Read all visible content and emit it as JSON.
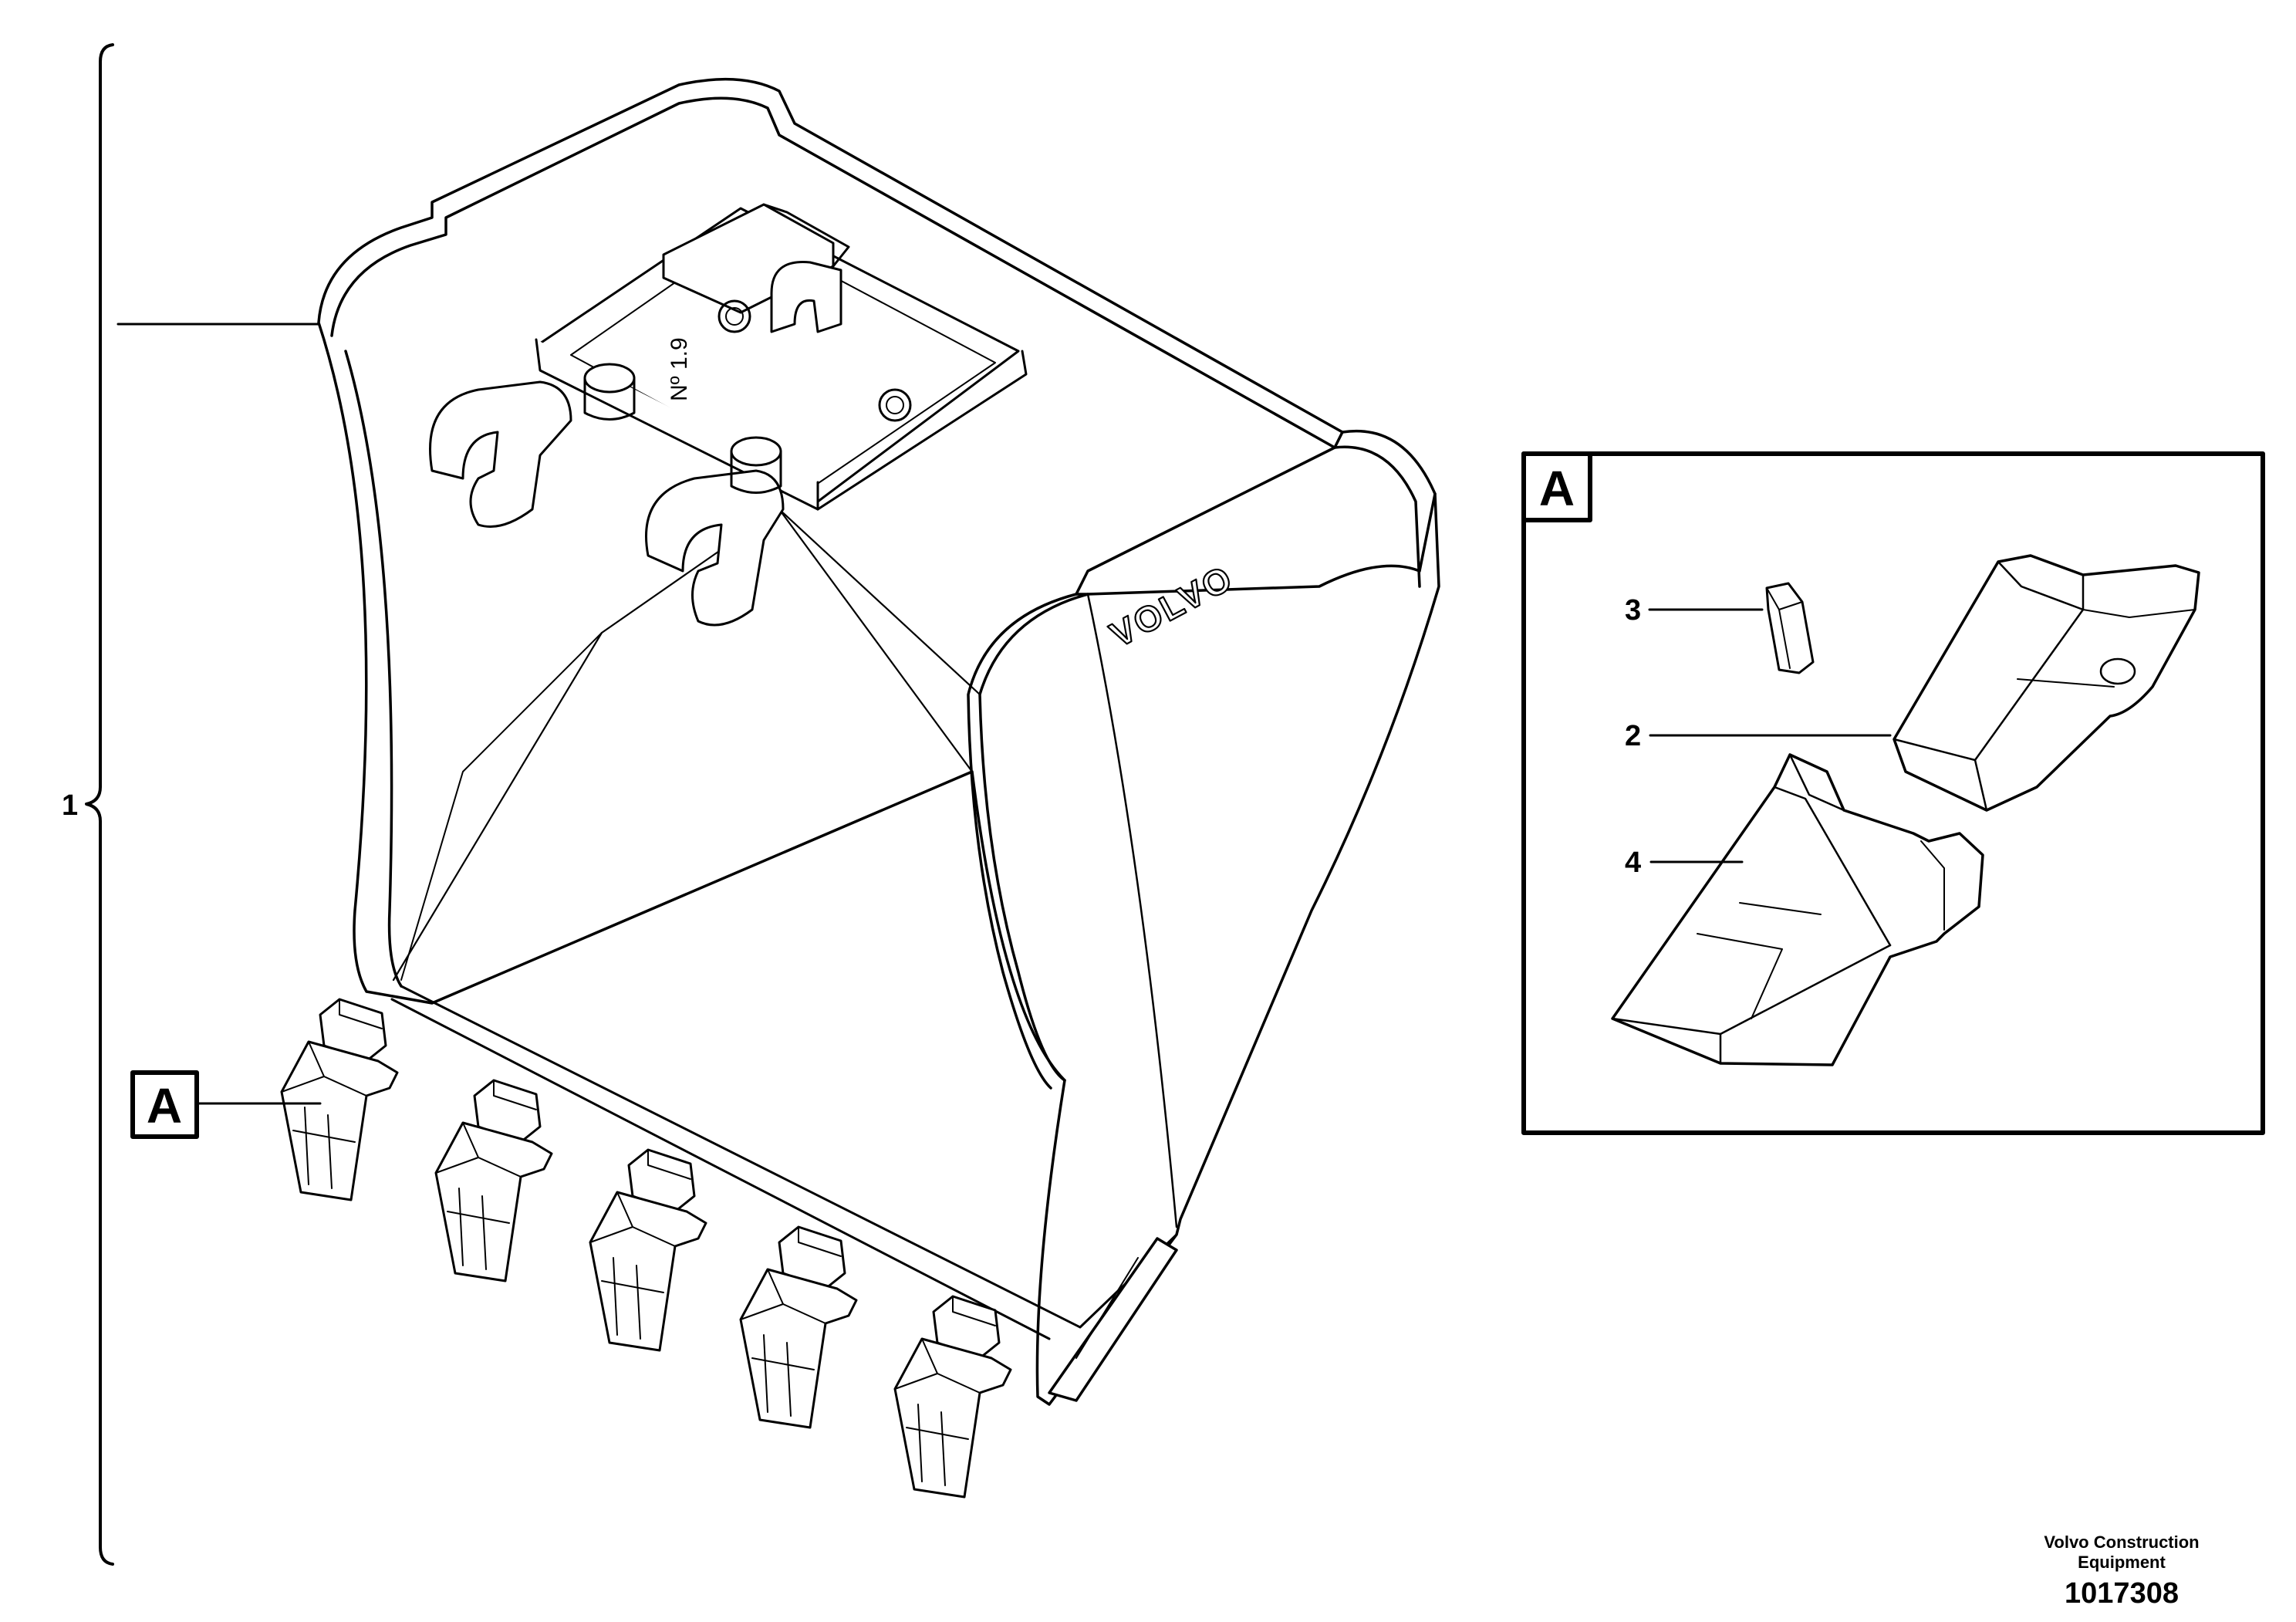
{
  "callouts": {
    "item1": "1",
    "item2": "2",
    "item3": "3",
    "item4": "4"
  },
  "detail": {
    "label_main": "A",
    "label_inset": "A"
  },
  "bucket": {
    "brand_text": "VOLVO",
    "stamp_text": "Nº 1.9"
  },
  "footer": {
    "company_line1": "Volvo Construction",
    "company_line2": "Equipment",
    "drawing_number": "1017308"
  },
  "colors": {
    "line": "#000000",
    "background": "#ffffff"
  }
}
